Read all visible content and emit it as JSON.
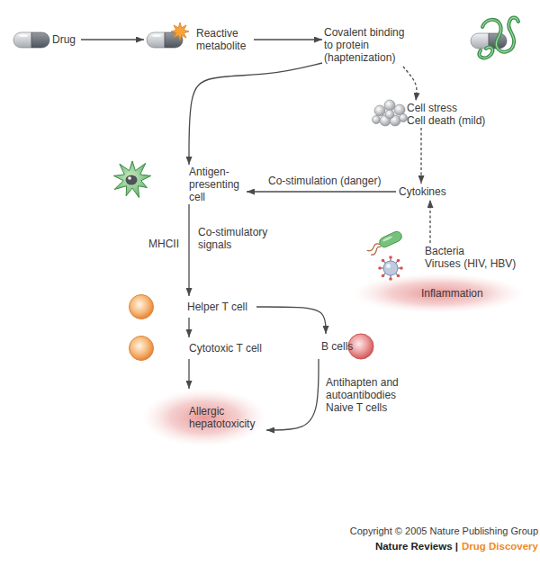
{
  "diagram": {
    "nodes": [
      {
        "text": [
          "Drug"
        ]
      },
      {
        "text": [
          "Reactive metabolite"
        ]
      },
      {
        "text": [
          "Covalent binding to protein (haptenization)"
        ]
      },
      {
        "text": [
          "Cell stress",
          "Cell death (mild)"
        ]
      },
      {
        "text": [
          "Cytokines"
        ]
      },
      {
        "text": [
          "Bacteria",
          "Viruses (HIV, HBV)"
        ]
      },
      {
        "text": [
          "Inflammation"
        ]
      },
      {
        "text": [
          "Antigen-presenting cell"
        ]
      },
      {
        "text": [
          "Helper T cell"
        ]
      },
      {
        "text": [
          "Cytotoxic T cell"
        ]
      },
      {
        "text": [
          "B cells"
        ]
      },
      {
        "text": [
          "Allergic hepatotoxicity"
        ]
      }
    ],
    "edges": [
      {
        "from": 0,
        "to": 1,
        "arrow": "to"
      },
      {
        "from": 1,
        "to": 2,
        "arrow": "to"
      },
      {
        "from": 2,
        "to": 7,
        "arrow": "to"
      },
      {
        "from": 2,
        "to": 3,
        "arrow": "to"
      },
      {
        "from": 3,
        "to": 4,
        "arrow": "to"
      },
      {
        "from": 5,
        "to": 4,
        "arrow": "to"
      },
      {
        "from": 4,
        "to": 7,
        "label": "Co-stimulation (danger)",
        "arrow": "to"
      },
      {
        "from": 7,
        "to": 8,
        "label": "Co-stimulatory signals",
        "arrow": "to"
      },
      {
        "from": 8,
        "to": 9,
        "arrow": "to"
      },
      {
        "from": 8,
        "to": 10,
        "arrow": "to"
      },
      {
        "from": 9,
        "to": 11,
        "arrow": "to"
      },
      {
        "from": 10,
        "to": 11,
        "label": "Antihapten and autoantibodies Naive T cells",
        "arrow": "to"
      }
    ],
    "labels": [
      "MHCII",
      "Copyright © 2005 Nature Publishing Group",
      "Nature Reviews |",
      "Drug Discovery"
    ]
  }
}
